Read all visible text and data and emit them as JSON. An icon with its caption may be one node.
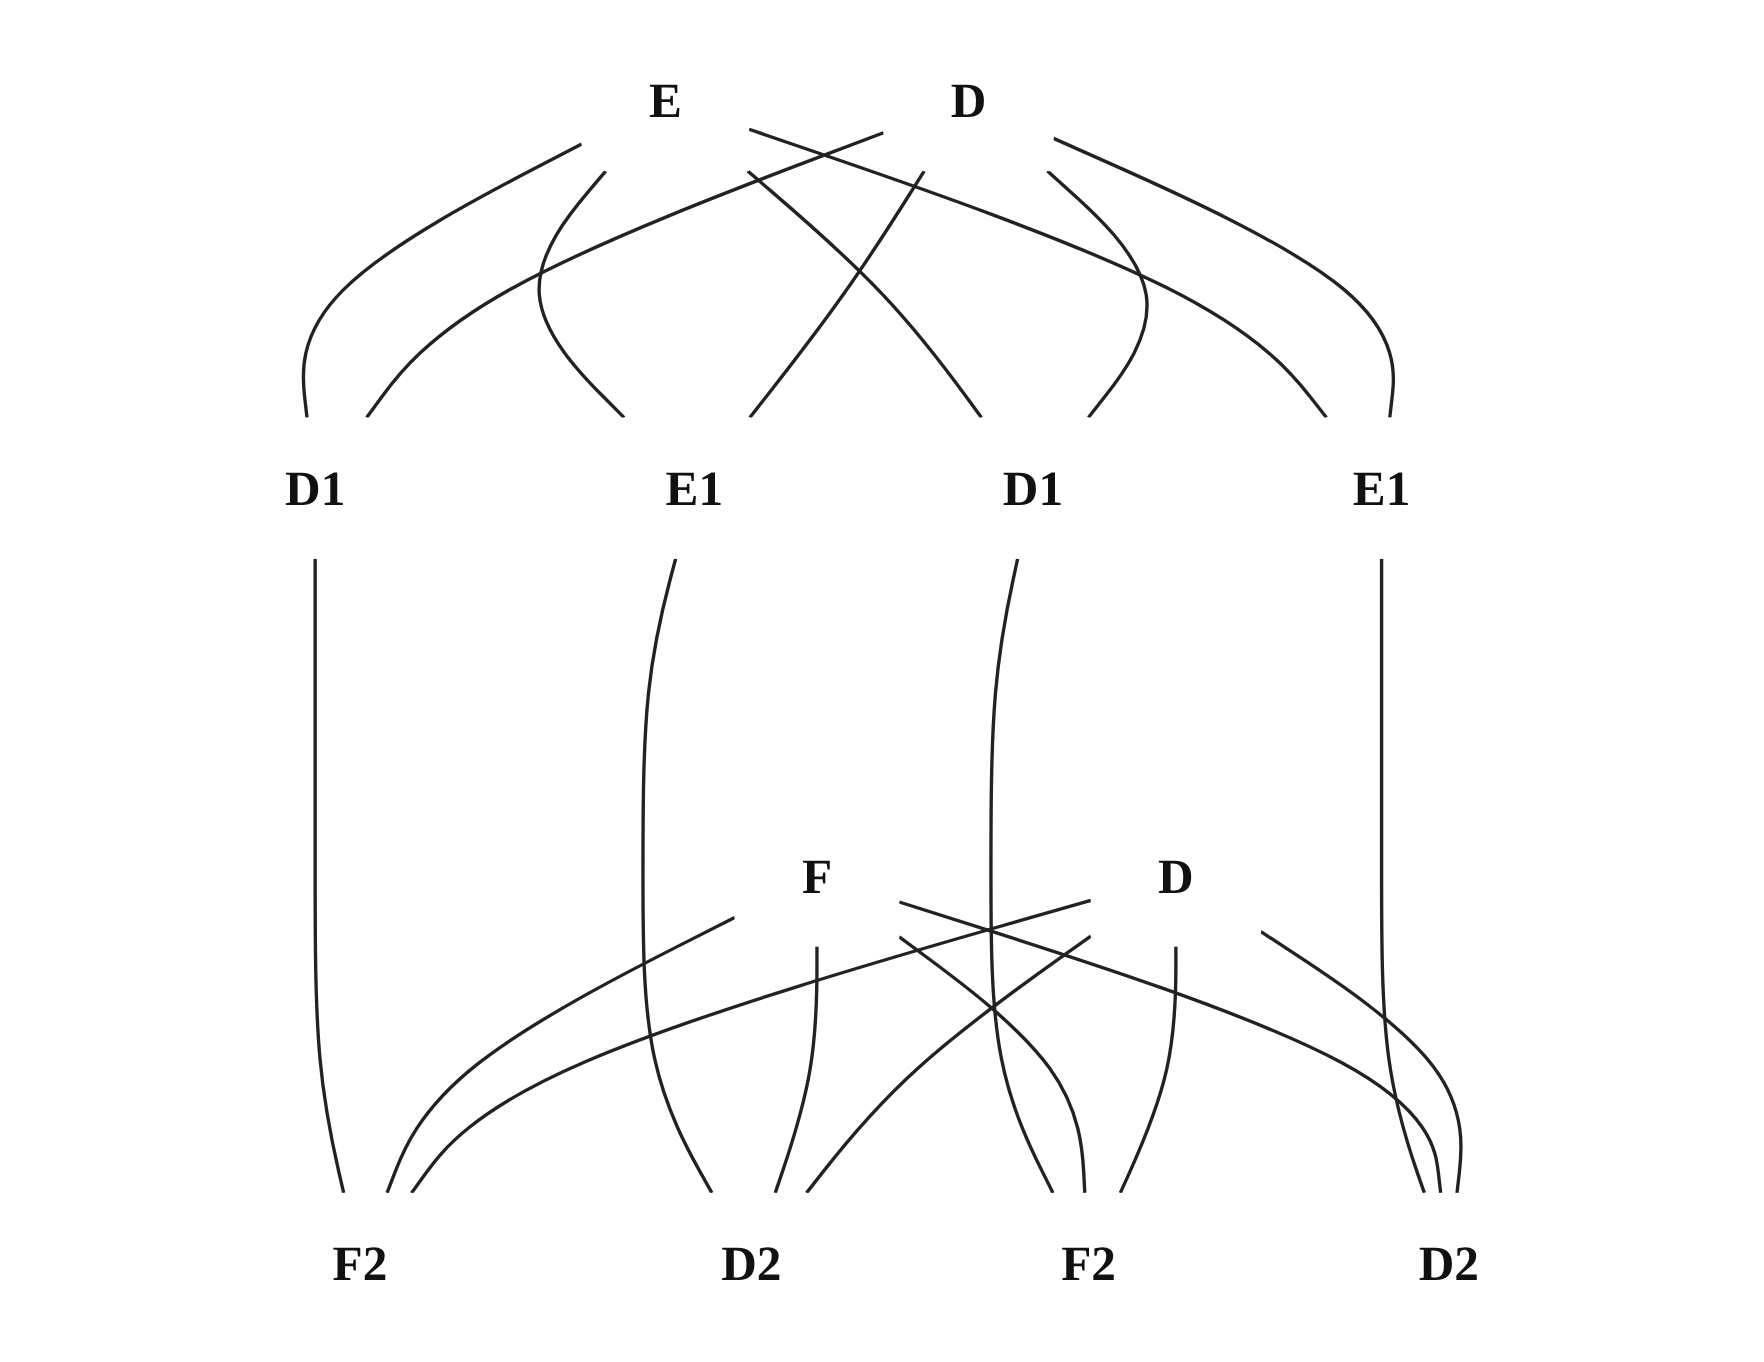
{
  "diagram": {
    "nodes": [
      {
        "text": [
          "D"
        ]
      },
      {
        "text": [
          "E"
        ]
      },
      {
        "text": [
          "D"
        ]
      },
      {
        "text": [
          "F"
        ]
      },
      {
        "text": [
          "D1"
        ]
      },
      {
        "text": [
          "E1"
        ]
      },
      {
        "text": [
          "D1"
        ]
      },
      {
        "text": [
          "E1"
        ]
      },
      {
        "text": [
          "D2"
        ]
      },
      {
        "text": [
          "F2"
        ]
      },
      {
        "text": [
          "D2"
        ]
      },
      {
        "text": [
          "F2"
        ]
      }
    ],
    "edges": [
      {
        "from": 0,
        "to": 4,
        "arrow": "none"
      },
      {
        "from": 0,
        "to": 5,
        "arrow": "none"
      },
      {
        "from": 0,
        "to": 6,
        "arrow": "none"
      },
      {
        "from": 0,
        "to": 7,
        "arrow": "none"
      },
      {
        "from": 1,
        "to": 4,
        "arrow": "none"
      },
      {
        "from": 1,
        "to": 5,
        "arrow": "none"
      },
      {
        "from": 1,
        "to": 6,
        "arrow": "none"
      },
      {
        "from": 1,
        "to": 7,
        "arrow": "none"
      },
      {
        "from": 2,
        "to": 8,
        "arrow": "none"
      },
      {
        "from": 2,
        "to": 9,
        "arrow": "none"
      },
      {
        "from": 2,
        "to": 10,
        "arrow": "none"
      },
      {
        "from": 2,
        "to": 11,
        "arrow": "none"
      },
      {
        "from": 3,
        "to": 8,
        "arrow": "none"
      },
      {
        "from": 3,
        "to": 9,
        "arrow": "none"
      },
      {
        "from": 3,
        "to": 10,
        "arrow": "none"
      },
      {
        "from": 3,
        "to": 11,
        "arrow": "none"
      },
      {
        "from": 7,
        "to": 8,
        "arrow": "none"
      },
      {
        "from": 6,
        "to": 9,
        "arrow": "none"
      },
      {
        "from": 5,
        "to": 10,
        "arrow": "none"
      },
      {
        "from": 4,
        "to": 11,
        "arrow": "none"
      }
    ]
  }
}
